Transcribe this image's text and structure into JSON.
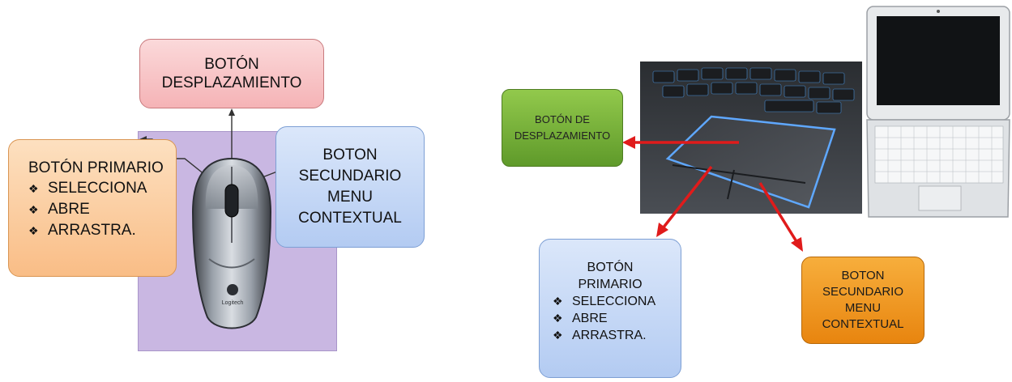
{
  "mouse_diagram": {
    "scroll_button": {
      "lines": [
        "BOTÓN",
        "DESPLAZAMIENTO"
      ],
      "color": "#f8c7c9"
    },
    "primary_button": {
      "title": "BOTÓN PRIMARIO",
      "items": [
        "SELECCIONA",
        "ABRE",
        "ARRASTRA."
      ],
      "color": "#fcd0a6"
    },
    "secondary_button": {
      "lines": [
        "BOTON",
        "SECUNDARIO",
        "MENU",
        "CONTEXTUAL"
      ],
      "color": "#c6d8f6"
    },
    "mouse_brand": "Logitech"
  },
  "touchpad_diagram": {
    "scroll_button": {
      "lines": [
        "BOTÓN DE",
        "DESPLAZAMIENTO"
      ],
      "color": "#7db43a"
    },
    "primary_button": {
      "lines": [
        "BOTÓN",
        "PRIMARIO"
      ],
      "items": [
        "SELECCIONA",
        "ABRE",
        "ARRASTRA."
      ],
      "color": "#c6d8f6"
    },
    "secondary_button": {
      "lines": [
        "BOTON",
        "SECUNDARIO",
        "MENU",
        "CONTEXTUAL"
      ],
      "color": "#f29a1c"
    }
  },
  "bullet_icon": "diamond-bullet-icon",
  "arrow_color": "#e01b1b"
}
